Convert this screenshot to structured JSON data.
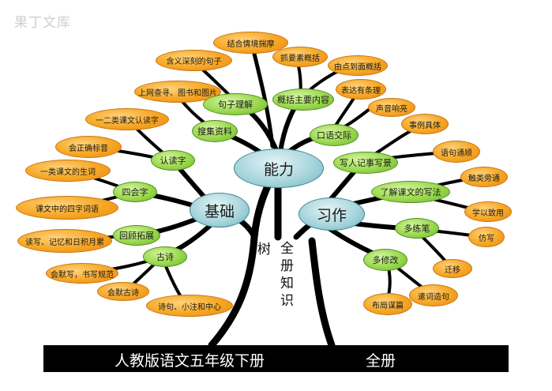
{
  "watermark": "果丁文库",
  "centers": {
    "ability": "能力",
    "foundation": "基础",
    "composition": "习作"
  },
  "trunk": {
    "left_char": "树",
    "right_chars": [
      "全",
      "册",
      "知",
      "识"
    ]
  },
  "bottom_bar": {
    "title": "人教版语文五年级下册",
    "suffix": "全册"
  },
  "ability_branch": {
    "sub_nodes": [
      "句子理解",
      "概括主要内容",
      "口语交际",
      "搜集资料"
    ],
    "leaves": [
      "结合情境揣摩",
      "含义深刻的句子",
      "抓要素概括",
      "由点到面概括",
      "上网查寻、图书和图片",
      "表达有条理",
      "声音响亮"
    ]
  },
  "foundation_branch": {
    "sub_nodes": [
      "认读字",
      "四会字",
      "回顾拓展",
      "古诗"
    ],
    "leaves": [
      "一二类课文认读字",
      "会正确标音",
      "一类课文的生词",
      "课文中的四字词语",
      "读写、记忆和日积月累",
      "会默写，书写规范",
      "会默古诗",
      "诗句、小注和中心"
    ]
  },
  "composition_branch": {
    "sub_nodes": [
      "写人记事写景",
      "了解课文的写法",
      "多练笔",
      "多修改"
    ],
    "leaves": [
      "事例具体",
      "语句通顺",
      "触类旁通",
      "学以致用",
      "仿写",
      "迁移",
      "遣词造句",
      "布局谋篇"
    ]
  }
}
